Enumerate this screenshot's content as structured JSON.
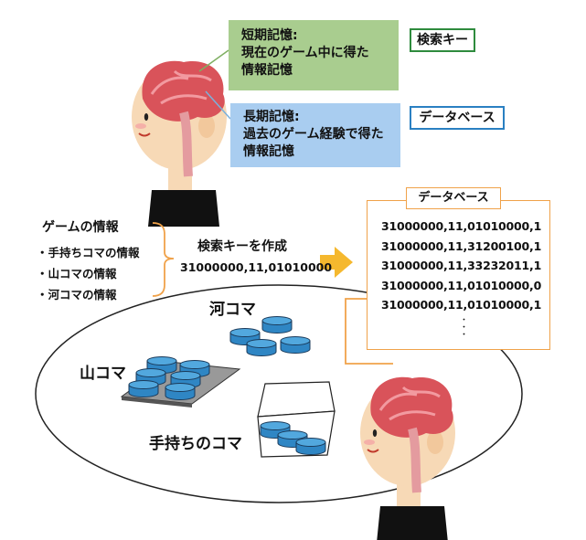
{
  "short_term": {
    "lines": [
      "短期記憶:",
      "現在のゲーム中に得た",
      "情報記憶"
    ],
    "tag": "検索キー",
    "color": "#a9cd8f",
    "tag_border": "#2e8b3d"
  },
  "long_term": {
    "lines": [
      "長期記憶:",
      "過去のゲーム経験で得た",
      "情報記憶"
    ],
    "tag": "データベース",
    "color": "#a9cdf0",
    "tag_border": "#2a80c2"
  },
  "game_info": {
    "title": "ゲームの情報",
    "items": [
      "・手持ちコマの情報",
      "・山コマの情報",
      "・河コマの情報"
    ]
  },
  "search_key": {
    "title": "検索キーを作成",
    "value": "31000000,11,01010000"
  },
  "database": {
    "title": "データベース",
    "rows": [
      "31000000,11,01010000,1",
      "31000000,11,31200100,1",
      "31000000,11,33232011,1",
      "31000000,11,01010000,0",
      "31000000,11,01010000,1"
    ],
    "ellipsis": "・\n・\n・",
    "border_color": "#f0a24a"
  },
  "areas": {
    "river": "河コマ",
    "mountain": "山コマ",
    "hand": "手持ちのコマ"
  },
  "colors": {
    "arrow": "#f5b82e",
    "tile_top": "#52a8de",
    "tile_side": "#2f86c4",
    "tray": "#8c8c8c"
  }
}
